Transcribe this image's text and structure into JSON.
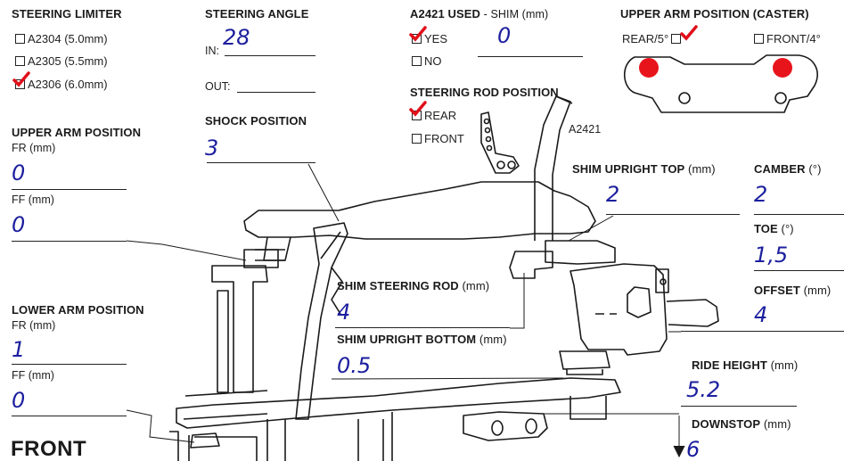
{
  "steering_limiter": {
    "title": "STEERING LIMITER",
    "options": [
      "A2304 (5.0mm)",
      "A2305 (5.5mm)",
      "A2306 (6.0mm)"
    ],
    "selected_index": 2
  },
  "steering_angle": {
    "title": "STEERING ANGLE",
    "in_label": "IN:",
    "in_value": "28",
    "out_label": "OUT:",
    "out_value": ""
  },
  "a2421_used": {
    "title": "A2421 USED",
    "subtitle": " - SHIM (mm)",
    "options": [
      "YES",
      "NO"
    ],
    "selected": "YES",
    "shim_value": "0"
  },
  "upper_arm_caster": {
    "title": "UPPER ARM POSITION (CASTER)",
    "options": [
      "REAR/5°",
      "FRONT/4°"
    ],
    "selected": "REAR/5°"
  },
  "steering_rod_position": {
    "title": "STEERING ROD POSITION",
    "options": [
      "REAR",
      "FRONT"
    ],
    "selected": "REAR",
    "part_label": "A2421"
  },
  "shock_position": {
    "title": "SHOCK POSITION",
    "value": "3"
  },
  "upper_arm_position": {
    "title": "UPPER ARM POSITION",
    "fr_label": "FR (mm)",
    "fr_value": "0",
    "ff_label": "FF (mm)",
    "ff_value": "0"
  },
  "lower_arm_position": {
    "title": "LOWER ARM POSITION",
    "fr_label": "FR (mm)",
    "fr_value": "1",
    "ff_label": "FF (mm)",
    "ff_value": "0"
  },
  "shim_upright_top": {
    "title": "SHIM UPRIGHT TOP",
    "unit": " (mm)",
    "value": "2"
  },
  "camber": {
    "title": "CAMBER",
    "unit": " (°)",
    "value": "2"
  },
  "toe": {
    "title": "TOE",
    "unit": " (°)",
    "value": "1,5"
  },
  "offset": {
    "title": "OFFSET",
    "unit": " (mm)",
    "value": "4"
  },
  "shim_steering_rod": {
    "title": "SHIM STEERING ROD",
    "unit": " (mm)",
    "value": "4"
  },
  "shim_upright_bottom": {
    "title": "SHIM UPRIGHT BOTTOM",
    "unit": " (mm)",
    "value": "0.5"
  },
  "ride_height": {
    "title": "RIDE HEIGHT",
    "unit": " (mm)",
    "value": "5.2"
  },
  "downstop": {
    "title": "DOWNSTOP",
    "unit": " (mm)",
    "value": "6"
  },
  "front_label": "FRONT",
  "colors": {
    "ink": "#1c1f9e",
    "check": "#e0101a",
    "caster_dot": "#e8141c"
  }
}
